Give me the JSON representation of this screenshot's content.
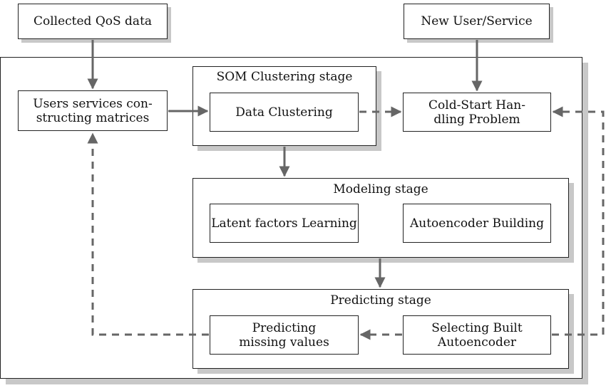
{
  "diagram": {
    "top": {
      "collected": "Collected QoS data",
      "new_user": "New User/Service"
    },
    "matrices": [
      "Users services con-",
      "structing matrices"
    ],
    "som": {
      "title": "SOM Clustering stage",
      "clustering": "Data Clustering"
    },
    "cold_start": [
      "Cold-Start Han-",
      "dling Problem"
    ],
    "modeling": {
      "title": "Modeling stage",
      "latent": "Latent factors Learning",
      "autoencoder": "Autoencoder Building"
    },
    "predicting": {
      "title": "Predicting stage",
      "missing": [
        "Predicting",
        "missing values"
      ],
      "selecting": [
        "Selecting Built",
        "Autoencoder"
      ]
    }
  },
  "colors": {
    "arrow": "#666666",
    "border": "#222222",
    "shadow": "#c8c8c8"
  }
}
